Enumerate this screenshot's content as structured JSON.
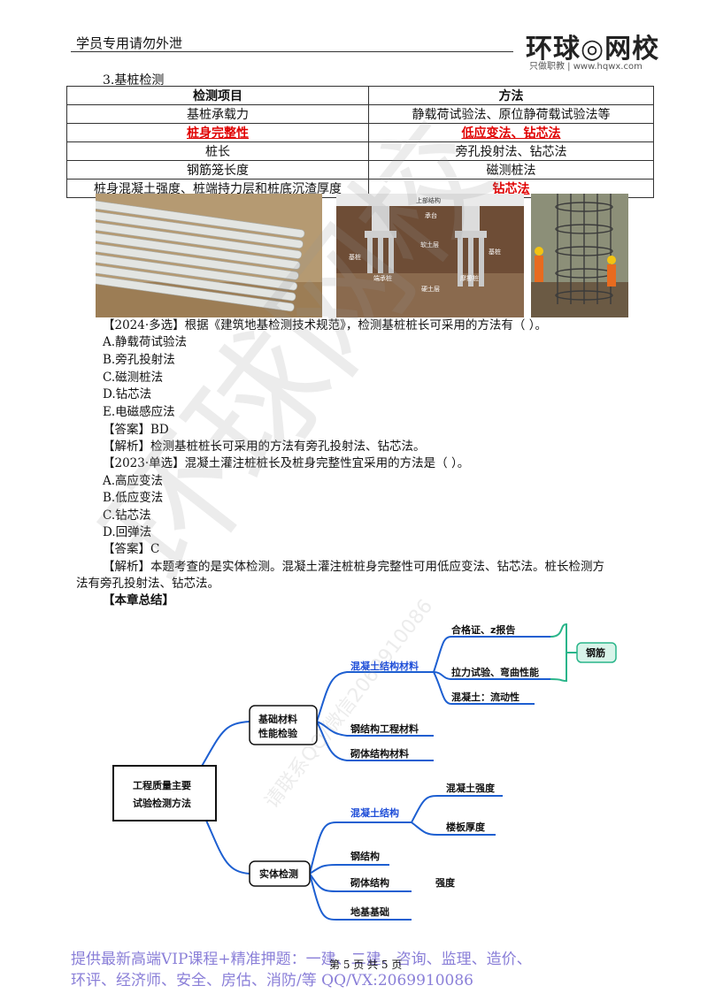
{
  "header": {
    "left_text": "学员专用请勿外泄",
    "logo_main": "环球◎网校",
    "logo_sub": "只做职教 | www.hqwx.com"
  },
  "section_title": "3.基桩检测",
  "table": {
    "headers": [
      "检测项目",
      "方法"
    ],
    "rows": [
      {
        "item": "基桩承载力",
        "method": "静载荷试验法、原位静荷载试验法等",
        "highlight": false
      },
      {
        "item": "桩身完整性",
        "method": "低应变法、钻芯法",
        "highlight": true
      },
      {
        "item": "桩长",
        "method": "旁孔投射法、钻芯法",
        "highlight": false
      },
      {
        "item": "钢筋笼长度",
        "method": "磁测桩法",
        "highlight": false
      },
      {
        "item": "桩身混凝土强度、桩端持力层和桩底沉渣厚度",
        "method": "钻芯法",
        "highlight": "method"
      }
    ]
  },
  "photos": {
    "diagram_labels": [
      "上部结构",
      "承台",
      "软土层",
      "基桩",
      "基桩",
      "硬土层",
      "摩擦桩",
      "端承桩"
    ]
  },
  "q1": {
    "stem": "【2024·多选】根据《建筑地基检测技术规范》，检测基桩桩长可采用的方法有（ ）。",
    "options": [
      "A.静载荷试验法",
      "B.旁孔投射法",
      "C.磁测桩法",
      "D.钻芯法",
      "E.电磁感应法"
    ],
    "answer": "【答案】BD",
    "analysis": "【解析】检测基桩桩长可采用的方法有旁孔投射法、钻芯法。"
  },
  "q2": {
    "stem": "【2023·单选】混凝土灌注桩桩长及桩身完整性宜采用的方法是（ ）。",
    "options": [
      "A.高应变法",
      "B.低应变法",
      "C.钻芯法",
      "D.回弹法"
    ],
    "answer": "【答案】C",
    "analysis_line1": "【解析】本题考查的是实体检测。混凝土灌注桩桩身完整性可用低应变法、钻芯法。桩长检测方",
    "analysis_line2": "法有旁孔投射法、钻芯法。"
  },
  "summary_title": "【本章总结】",
  "mindmap": {
    "root": "工程质量主要\n试验检测方法",
    "b1": "基础材料\n性能检验",
    "b1_children": [
      "混凝土结构材料",
      "钢结构工程材料",
      "砌体结构材料"
    ],
    "concrete_children": [
      "合格证、z报告",
      "拉力试验、弯曲性能",
      "混凝土：流动性"
    ],
    "steel_tag": "钢筋",
    "b2": "实体检测",
    "b2_children": [
      "混凝土结构",
      "钢结构",
      "砌体结构",
      "地基基础"
    ],
    "concrete2_children": [
      "混凝土强度",
      "楼板厚度"
    ],
    "masonry_child": "强度"
  },
  "footer": {
    "line1": "提供最新高端VIP课程+精准押题：一建、二建、咨询、监理、造价、",
    "line2": "环评、经济师、安全、房估、消防/等  QQ/VX:2069910086",
    "page": "第 5 页 共 5 页"
  },
  "watermarks": [
    "环球网校",
    "请联系QQ/微信2069910086"
  ]
}
